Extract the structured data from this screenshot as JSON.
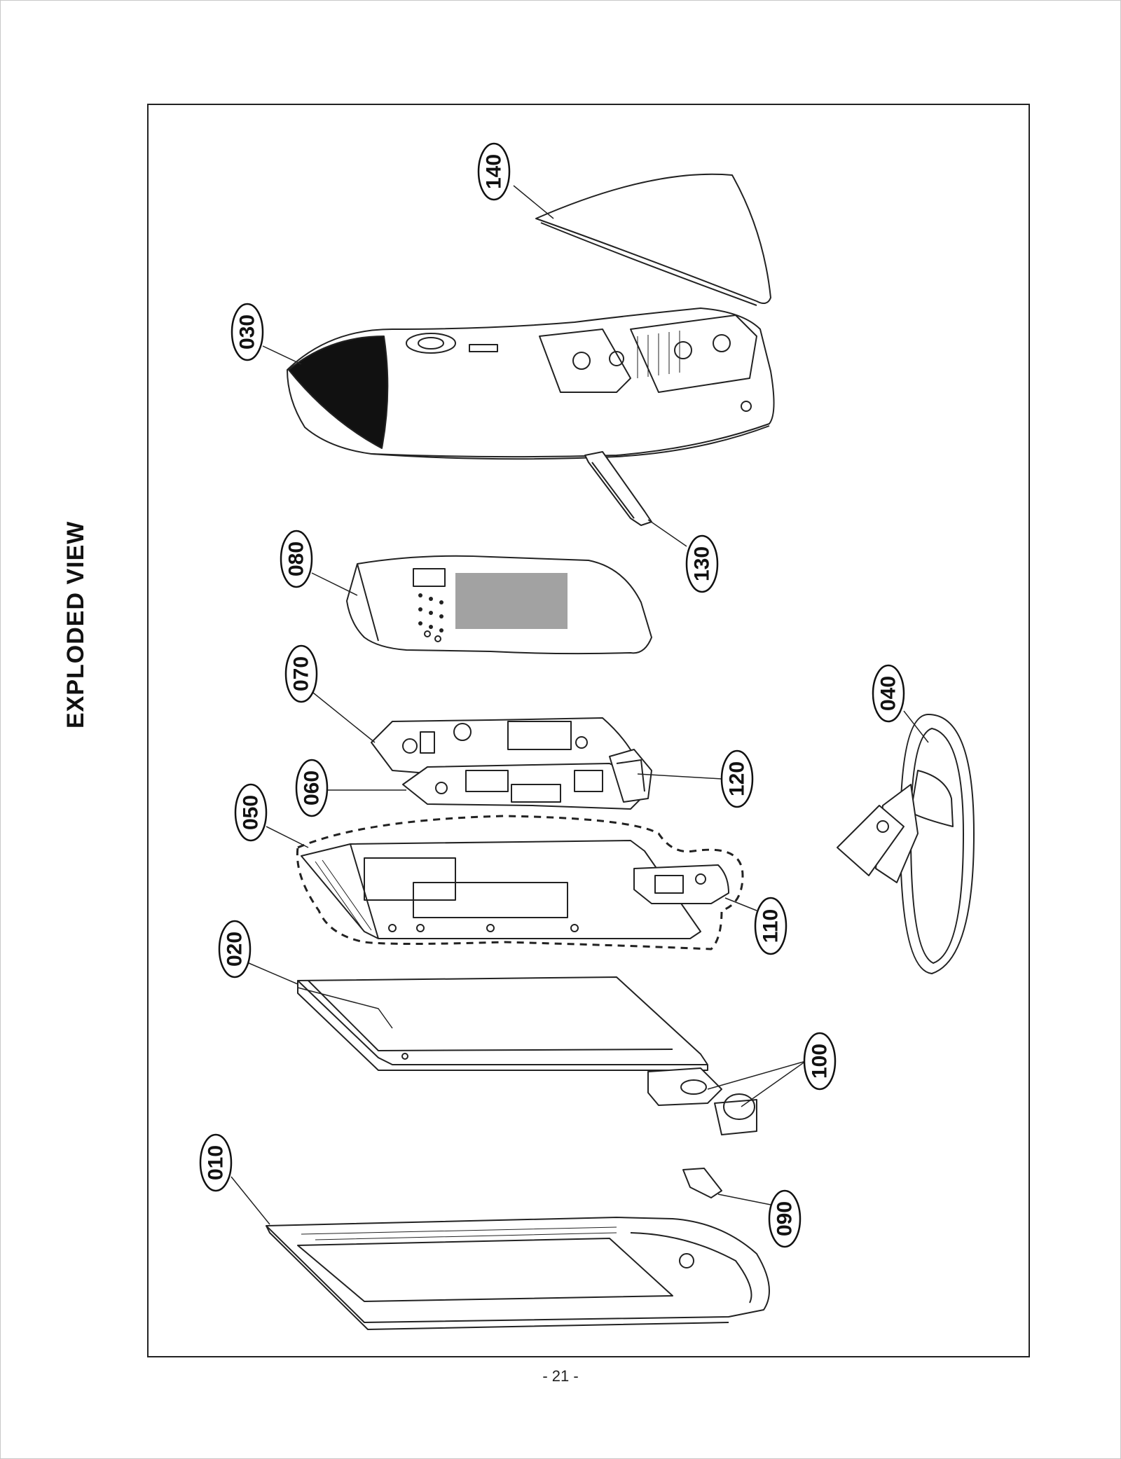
{
  "title": "EXPLODED VIEW",
  "page_number": "- 21 -",
  "parts": {
    "p010": "010",
    "p020": "020",
    "p030": "030",
    "p040": "040",
    "p050": "050",
    "p060": "060",
    "p070": "070",
    "p080": "080",
    "p090": "090",
    "p100": "100",
    "p110": "110",
    "p120": "120",
    "p130": "130",
    "p140": "140"
  }
}
